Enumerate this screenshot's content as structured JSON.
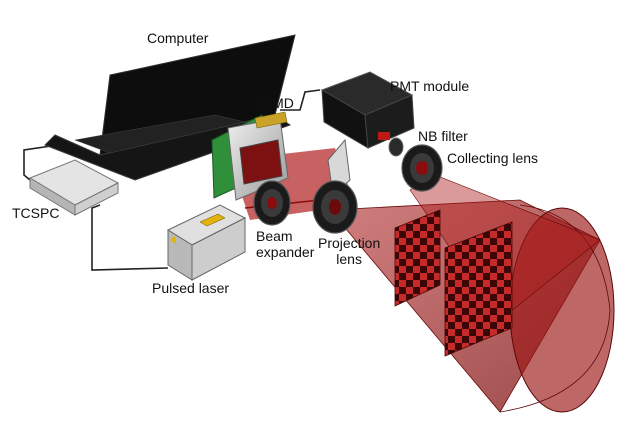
{
  "labels": {
    "computer": "Computer",
    "pmt_module": "PMT module",
    "dmd": "DMD",
    "nb_filter": "NB filter",
    "collecting_lens": "Collecting lens",
    "tcspc": "TCSPC",
    "beam_line1": "Beam",
    "beam_line2": "expander",
    "projection_line1": "Projection",
    "projection_line2": "lens",
    "pulsed_laser": "Pulsed laser"
  },
  "colors": {
    "beam_red": "#b01e1e",
    "beam_dark": "#7a0d0d",
    "laptop": "#111111",
    "metal_light": "#d9d9d9",
    "metal_mid": "#a7a7a7",
    "pcb_green": "#2f8f3a",
    "laser_label": "#e3b20b"
  }
}
